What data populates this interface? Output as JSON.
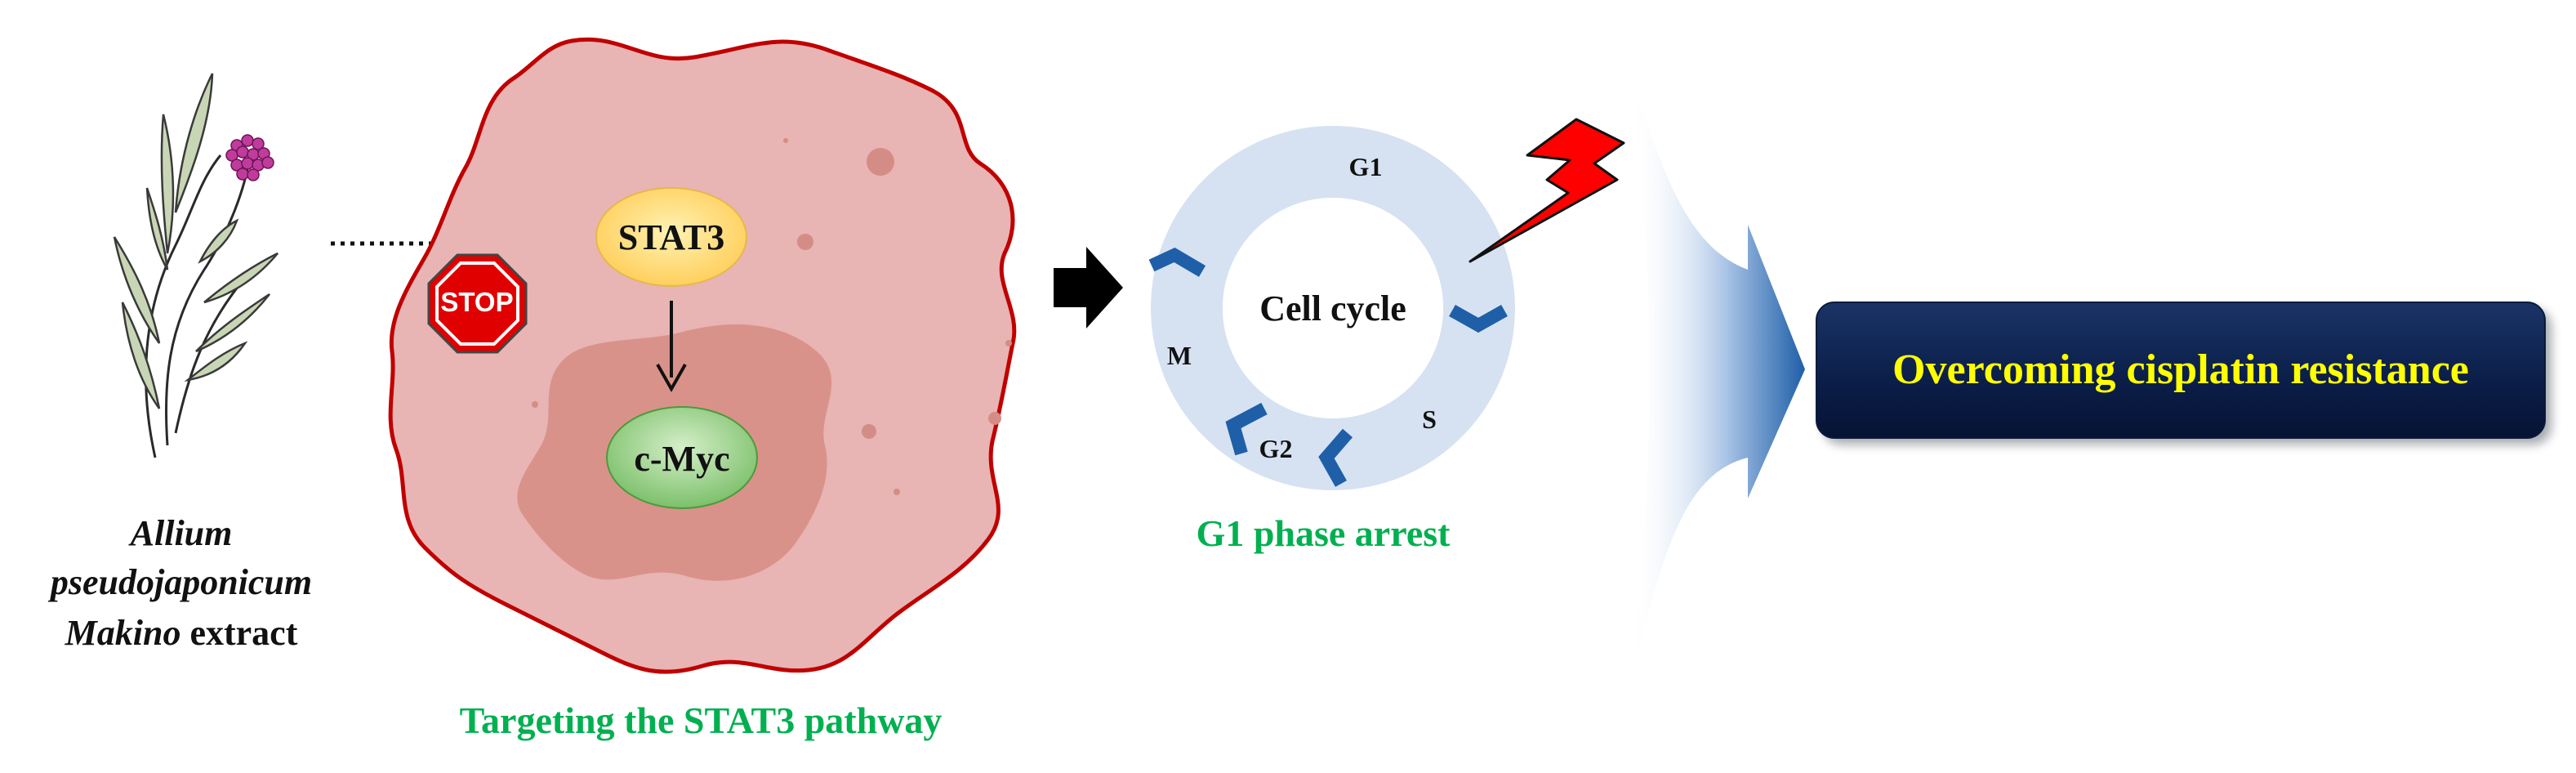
{
  "plant": {
    "caption_line1": "Allium",
    "caption_line2": "pseudojaponicum",
    "caption_line3_italic": "Makino",
    "caption_line3_rest": " extract"
  },
  "cell": {
    "stop_sign": "STOP",
    "stat3_label": "STAT3",
    "cmyc_label": "c-Myc",
    "pathway_caption": "Targeting the STAT3 pathway"
  },
  "cycle": {
    "center_label": "Cell cycle",
    "phase_g1": "G1",
    "phase_s": "S",
    "phase_g2": "G2",
    "phase_m": "M",
    "arrest_caption": "G1 phase arrest"
  },
  "result": {
    "banner_text": "Overcoming cisplatin resistance"
  },
  "colors": {
    "caption_green": "#00b050",
    "banner_text": "#ffff00",
    "banner_bg": "#0b1f4a",
    "cell_fill": "#e8b4b4",
    "cell_outline": "#c00000",
    "nucleus": "#d9928a",
    "stat3_fill": "#ffd966",
    "cmyc_fill": "#93d08a",
    "cycle_ring": "#d6e2f2",
    "cycle_marker": "#1f5fa8",
    "lightning": "#ff0000",
    "stop_red": "#e00000"
  }
}
